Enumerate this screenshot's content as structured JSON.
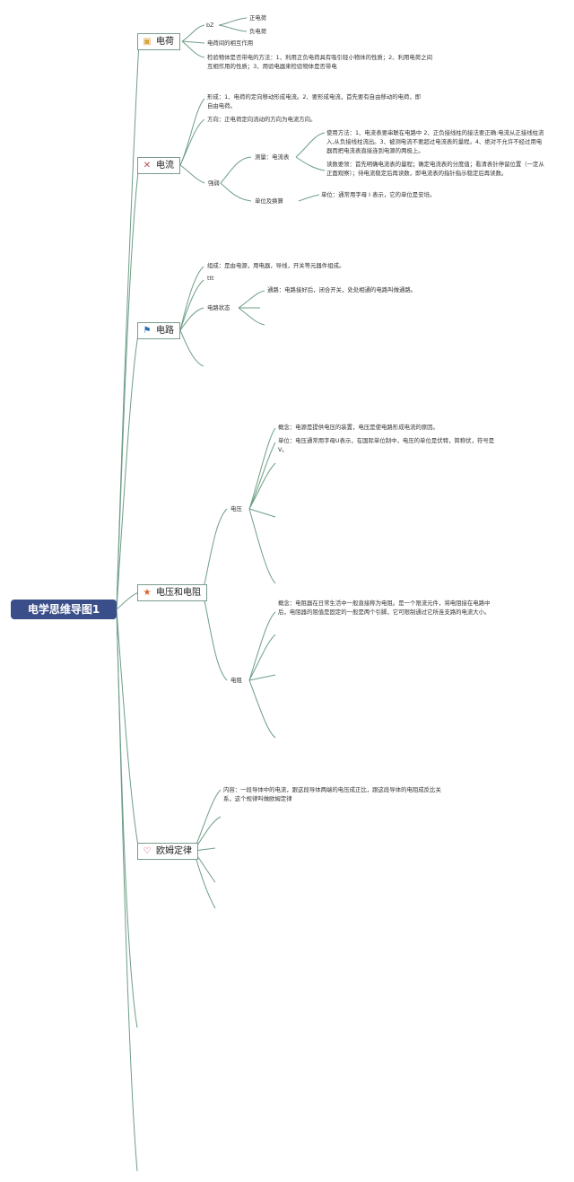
{
  "root": {
    "label": "电学思维导图1"
  },
  "topics": {
    "charge": {
      "label": "电荷",
      "icon": "note-icon",
      "kinds_label": "bZ",
      "kinds": [
        "正电荷",
        "负电荷"
      ],
      "interaction": "电荷间的相互作用",
      "test_methods": "检验物体是否带电的方法：1、利用正负电荷具有吸引轻小物体的性质；2、利用电荷之间互相作用的性质；3、用验电器来检验物体是否带电"
    },
    "current": {
      "label": "电流",
      "icon": "tools-icon",
      "formation": "形成：1、电荷的定向移动形成电流。2、要形成电流，首先要有自由移动的电荷，即自由电荷。",
      "direction": "方向：正电荷定向流动的方向为电流方向。",
      "strength_label": "强弱",
      "measure_label": "测量：电流表",
      "usage": "使用方法：1、电流表要串联在电路中 2、正负接线柱的接法要正确:电流从正接线柱流入,从负接线柱流出。3、被测电流不要超过电流表的量程。4、绝对不允许不经过用电器而把电流表直接连到电源的两极上。",
      "reading": "读数要领：首先明确电流表的量程；确定电流表的分度值；看清表针停留位置（一定从正面观察）；待电流稳定后再读数，即电流表的指针指示稳定后再读数。",
      "unit_label": "单位及换算",
      "unit": "单位：通常用字母 I 表示，它的单位是安培。"
    },
    "circuit": {
      "label": "电路",
      "icon": "flag-icon",
      "composition": "组成：是由电源，用电器，导线，开关等元器件组成。",
      "symbol": "ttt",
      "state_label": "电路状态",
      "path": "通路：电路接好后，闭合开关，处处相通的电路叫做通路。"
    },
    "voltage_resistance": {
      "label": "电压和电阻",
      "icon": "star-icon",
      "voltage_label": "电压",
      "voltage_concept": "概念：电源是提供电压的装置，电压是使电路形成电流的原因。",
      "voltage_unit": "单位：电压通常用字母U表示，在国际单位制中，电压的单位是伏特，简称伏，符号是V。",
      "resistance_label": "电阻",
      "resistance_concept": "概念：电阻器在日常生活中一般直接称为电阻。是一个限流元件，将电阻接在电路中后，电阻器的阻值是固定的一般是两个引脚，它可限制通过它所连支路的电流大小。"
    },
    "ohm": {
      "label": "欧姆定律",
      "icon": "heart-icon",
      "content": "内容：一段导体中的电流，跟这段导体两端的电压成正比，跟这段导体的电阻成反比关系，这个规律叫做欧姆定律"
    }
  },
  "colors": {
    "link": "#6e9e86",
    "root_bg": "#3a4f8a",
    "root_text": "#ffffff"
  }
}
